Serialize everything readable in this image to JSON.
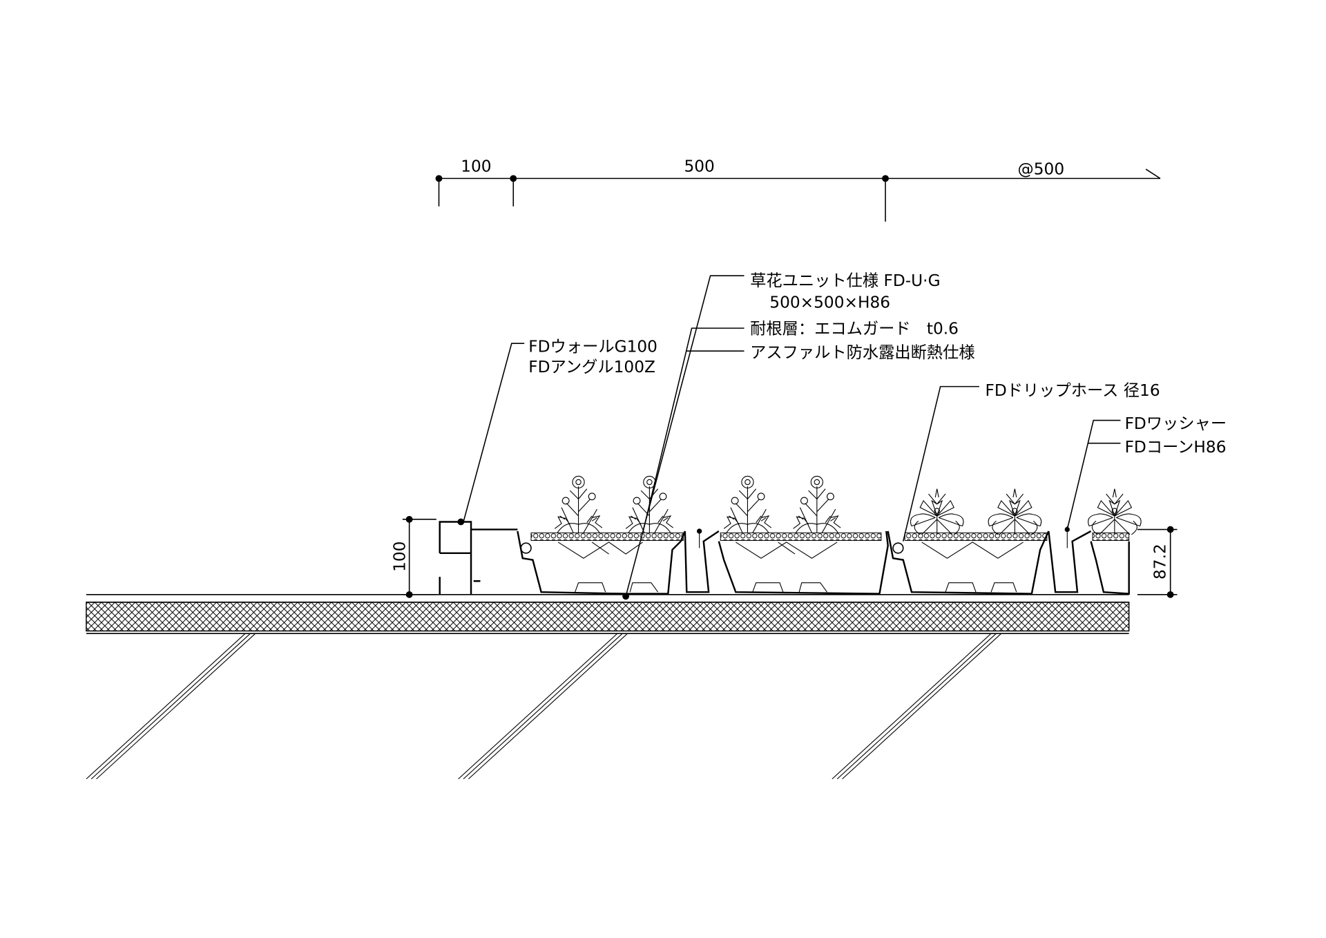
{
  "dimensions": {
    "top": [
      "100",
      "500",
      "@500"
    ],
    "left_height": "100",
    "right_height": "87.2"
  },
  "labels": {
    "unit_spec": "草花ユニット仕様 FD-U·G",
    "unit_size": "500×500×H86",
    "root_layer": "耐根層：エコムガード　t0.6",
    "waterproofing": "アスファルト防水露出断熱仕様",
    "wall": "FDウォールG100",
    "angle": "FDアングル100Z",
    "drip_hose": "FDドリップホース 径16",
    "washer": "FDワッシャー",
    "cone": "FDコーンH86"
  }
}
